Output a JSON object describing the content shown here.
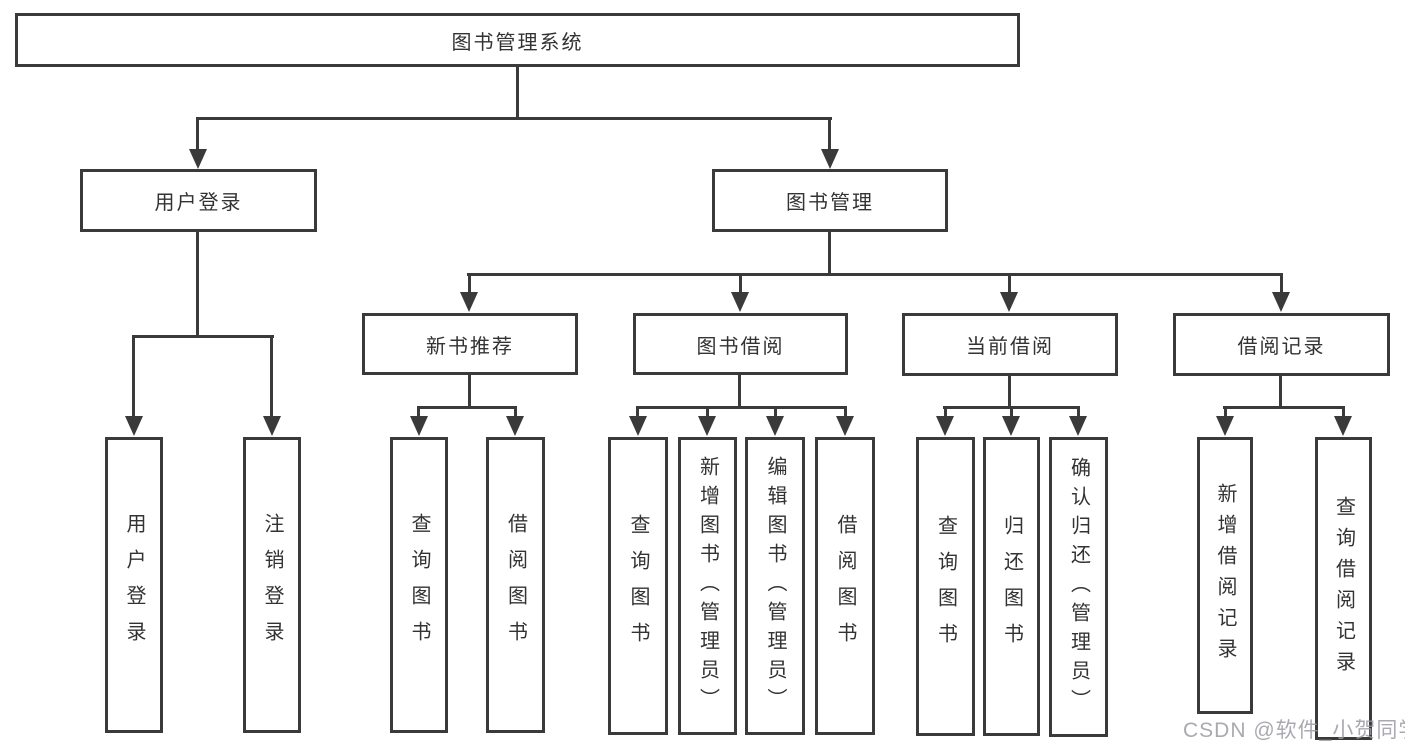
{
  "nodes": {
    "root": "图书管理系统",
    "level2": {
      "user_login": "用户登录",
      "book_mgmt": "图书管理"
    },
    "level3": {
      "new_book_rec": "新书推荐",
      "book_borrow": "图书借阅",
      "current_borrow": "当前借阅",
      "borrow_record": "借阅记录"
    },
    "leaves": {
      "login": "用户登录",
      "logout": "注销登录",
      "rec_query": "查询图书",
      "rec_borrow": "借阅图书",
      "bb_query": "查询图书",
      "bb_add": "新增图书（管理员）",
      "bb_edit": "编辑图书（管理员）",
      "bb_borrow": "借阅图书",
      "cb_query": "查询图书",
      "cb_return": "归还图书",
      "cb_confirm": "确认归还（管理员）",
      "br_add": "新增借阅记录",
      "br_query": "查询借阅记录"
    }
  },
  "watermark": "CSDN @软件_小贺同学",
  "colors": {
    "line": "#3a3a3a",
    "text": "#333333",
    "box_fill": "#ffffff",
    "background": "#ffffff",
    "watermark": "#9b9ba3"
  }
}
